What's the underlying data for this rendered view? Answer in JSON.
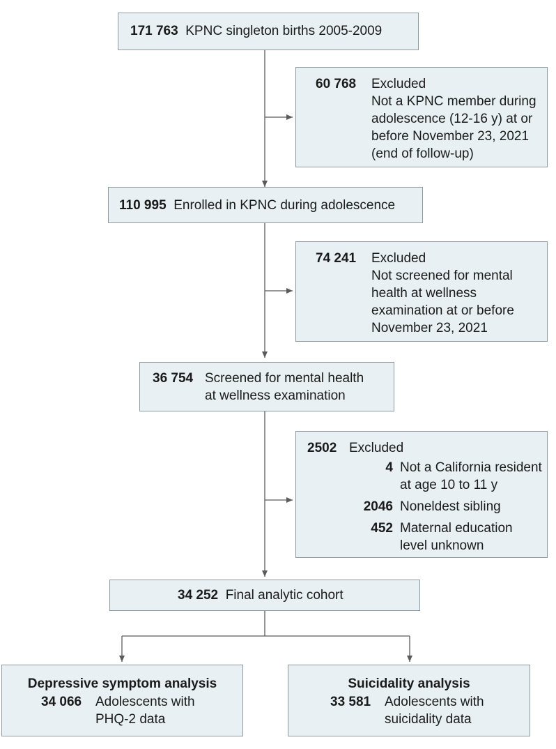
{
  "box1": {
    "count": "171 763",
    "text": "KPNC singleton births 2005-2009"
  },
  "exclude1": {
    "count": "60 768",
    "title": "Excluded",
    "lines": [
      "Not a KPNC member during",
      "adolescence (12-16 y) at or",
      "before November 23, 2021",
      "(end of follow-up)"
    ]
  },
  "box2": {
    "count": "110 995",
    "text": "Enrolled in KPNC during adolescence"
  },
  "exclude2": {
    "count": "74 241",
    "title": "Excluded",
    "lines": [
      "Not screened for mental",
      "health at wellness",
      "examination at or before",
      "November 23, 2021"
    ]
  },
  "box3": {
    "count": "36 754",
    "lines": [
      "Screened for mental health",
      "at wellness examination"
    ]
  },
  "exclude3": {
    "count": "2502",
    "title": "Excluded",
    "items": [
      {
        "count": "4",
        "lines": [
          "Not a California resident",
          "at age 10 to 11 y"
        ]
      },
      {
        "count": "2046",
        "lines": [
          "Noneldest sibling"
        ]
      },
      {
        "count": "452",
        "lines": [
          "Maternal education",
          "level unknown"
        ]
      }
    ]
  },
  "box4": {
    "count": "34 252",
    "text": "Final analytic cohort"
  },
  "branch_left": {
    "heading": "Depressive symptom analysis",
    "count": "34 066",
    "lines": [
      "Adolescents with",
      "PHQ-2 data"
    ]
  },
  "branch_right": {
    "heading": "Suicidality analysis",
    "count": "33 581",
    "lines": [
      "Adolescents with",
      "suicidality data"
    ]
  },
  "colors": {
    "box_fill": "#e8f0f3",
    "box_border": "#8c9aa0",
    "line": "#5a5a5a"
  }
}
